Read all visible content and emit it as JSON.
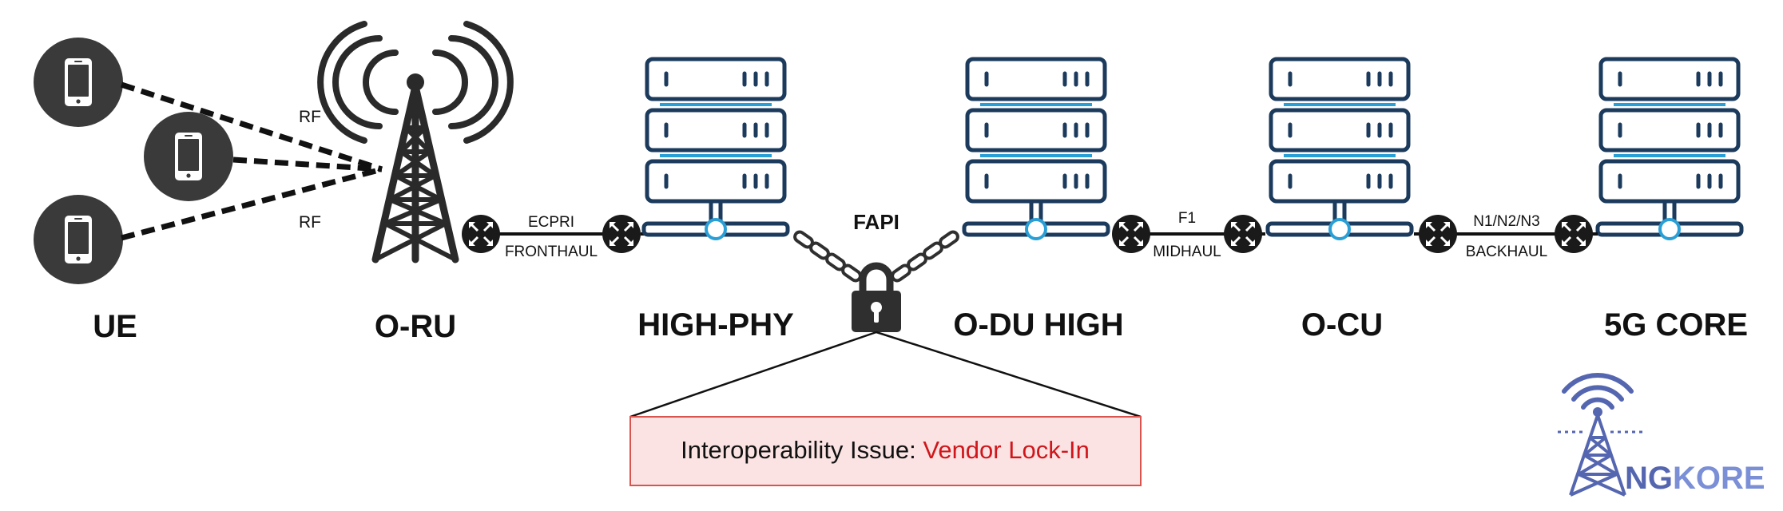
{
  "nodes": {
    "ue": "UE",
    "oru": "O-RU",
    "highphy": "HIGH-PHY",
    "oduhigh": "O-DU HIGH",
    "ocu": "O-CU",
    "core": "5G CORE"
  },
  "links": {
    "rf_top": "RF",
    "rf_bottom": "RF",
    "fronthaul_top": "ECPRI",
    "fronthaul_bottom": "FRONTHAUL",
    "fapi": "FAPI",
    "midhaul_top": "F1",
    "midhaul_bottom": "MIDHAUL",
    "backhaul_top": "N1/N2/N3",
    "backhaul_bottom": "BACKHAUL"
  },
  "issue": {
    "prefix": "Interoperability Issue: ",
    "highlight": "Vendor Lock-In"
  },
  "logo": {
    "part1": "NG",
    "part2": "KORE"
  },
  "colors": {
    "server_stroke": "#1b3a5c",
    "server_accent": "#2a9fd6",
    "highlight": "#d0161b",
    "issue_box_fill": "#fbe3e3",
    "issue_box_stroke": "#d9534f",
    "logo_blue": "#5566b0",
    "node_dark": "#2f2f2f"
  },
  "icons": [
    "smartphone-icon",
    "cell-tower-icon",
    "server-rack-icon",
    "router-icon",
    "padlock-icon",
    "chain-icon",
    "ngkore-logo-icon"
  ]
}
